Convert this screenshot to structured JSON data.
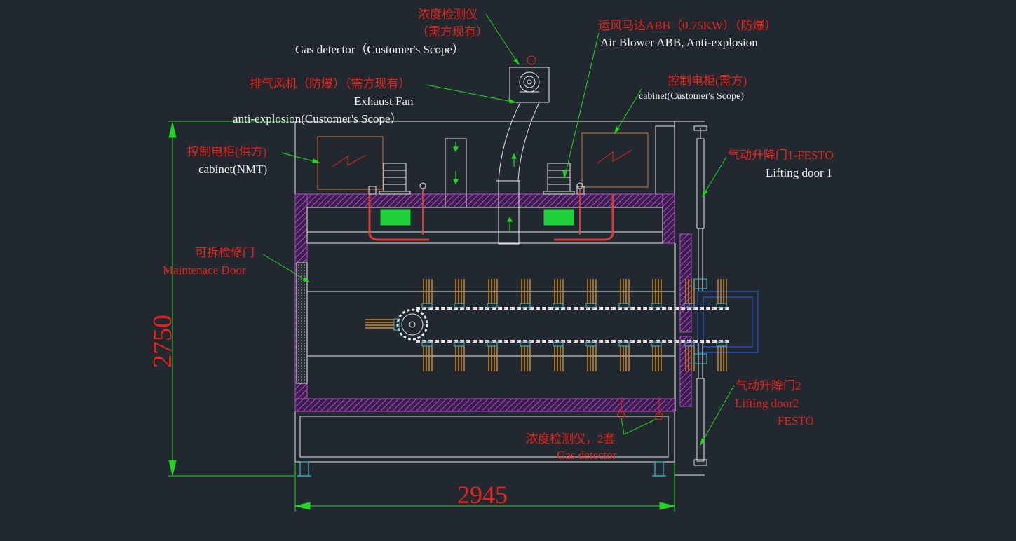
{
  "labels": {
    "gas_detector_top_cn": "浓度检测仪",
    "gas_detector_top_cn2": "（需方现有）",
    "gas_detector_top_en": "Gas detector（Customer's Scope）",
    "exhaust_fan_cn": "排气风机（防爆）（需方现有）",
    "exhaust_fan_en1": "Exhaust Fan",
    "exhaust_fan_en2": "anti-explosion(Customer's Scope）",
    "air_blower_cn": "运风马达ABB（0.75KW）（防爆）",
    "air_blower_en": "Air Blower ABB, Anti-explosion",
    "cabinet_customer_cn": "控制电柜(需方)",
    "cabinet_customer_en": "cabinet(Customer's Scope)",
    "cabinet_nmt_cn": "控制电柜(供方)",
    "cabinet_nmt_en": "cabinet(NMT)",
    "maintenance_cn": "可拆检修门",
    "maintenance_en": "Maintenace Door",
    "lifting_door1_cn": "气动升降门1-FESTO",
    "lifting_door1_en": "Lifting door 1",
    "lifting_door2_cn": "气动升降门2",
    "lifting_door2_en": "Lifting door2",
    "lifting_door2_brand": "FESTO",
    "gas_detector_bottom_cn": "浓度检测仪，2套",
    "gas_detector_bottom_en": "Gas detector"
  },
  "dimensions": {
    "height": "2750",
    "width": "2945"
  },
  "colors": {
    "background": "#212830",
    "line": "#e6e6e6",
    "annotation_text": "#e8241a",
    "leader": "#22d61f",
    "insulation_hatch": "#b44bd1",
    "cabinet": "#d07a3a",
    "motor_base": "#1fd13a",
    "heater": "#d63a3a",
    "rack_fingers": "#d08a2a",
    "conveyor_frame": "#2a56d6",
    "cyan_parts": "#3fb9c6"
  }
}
